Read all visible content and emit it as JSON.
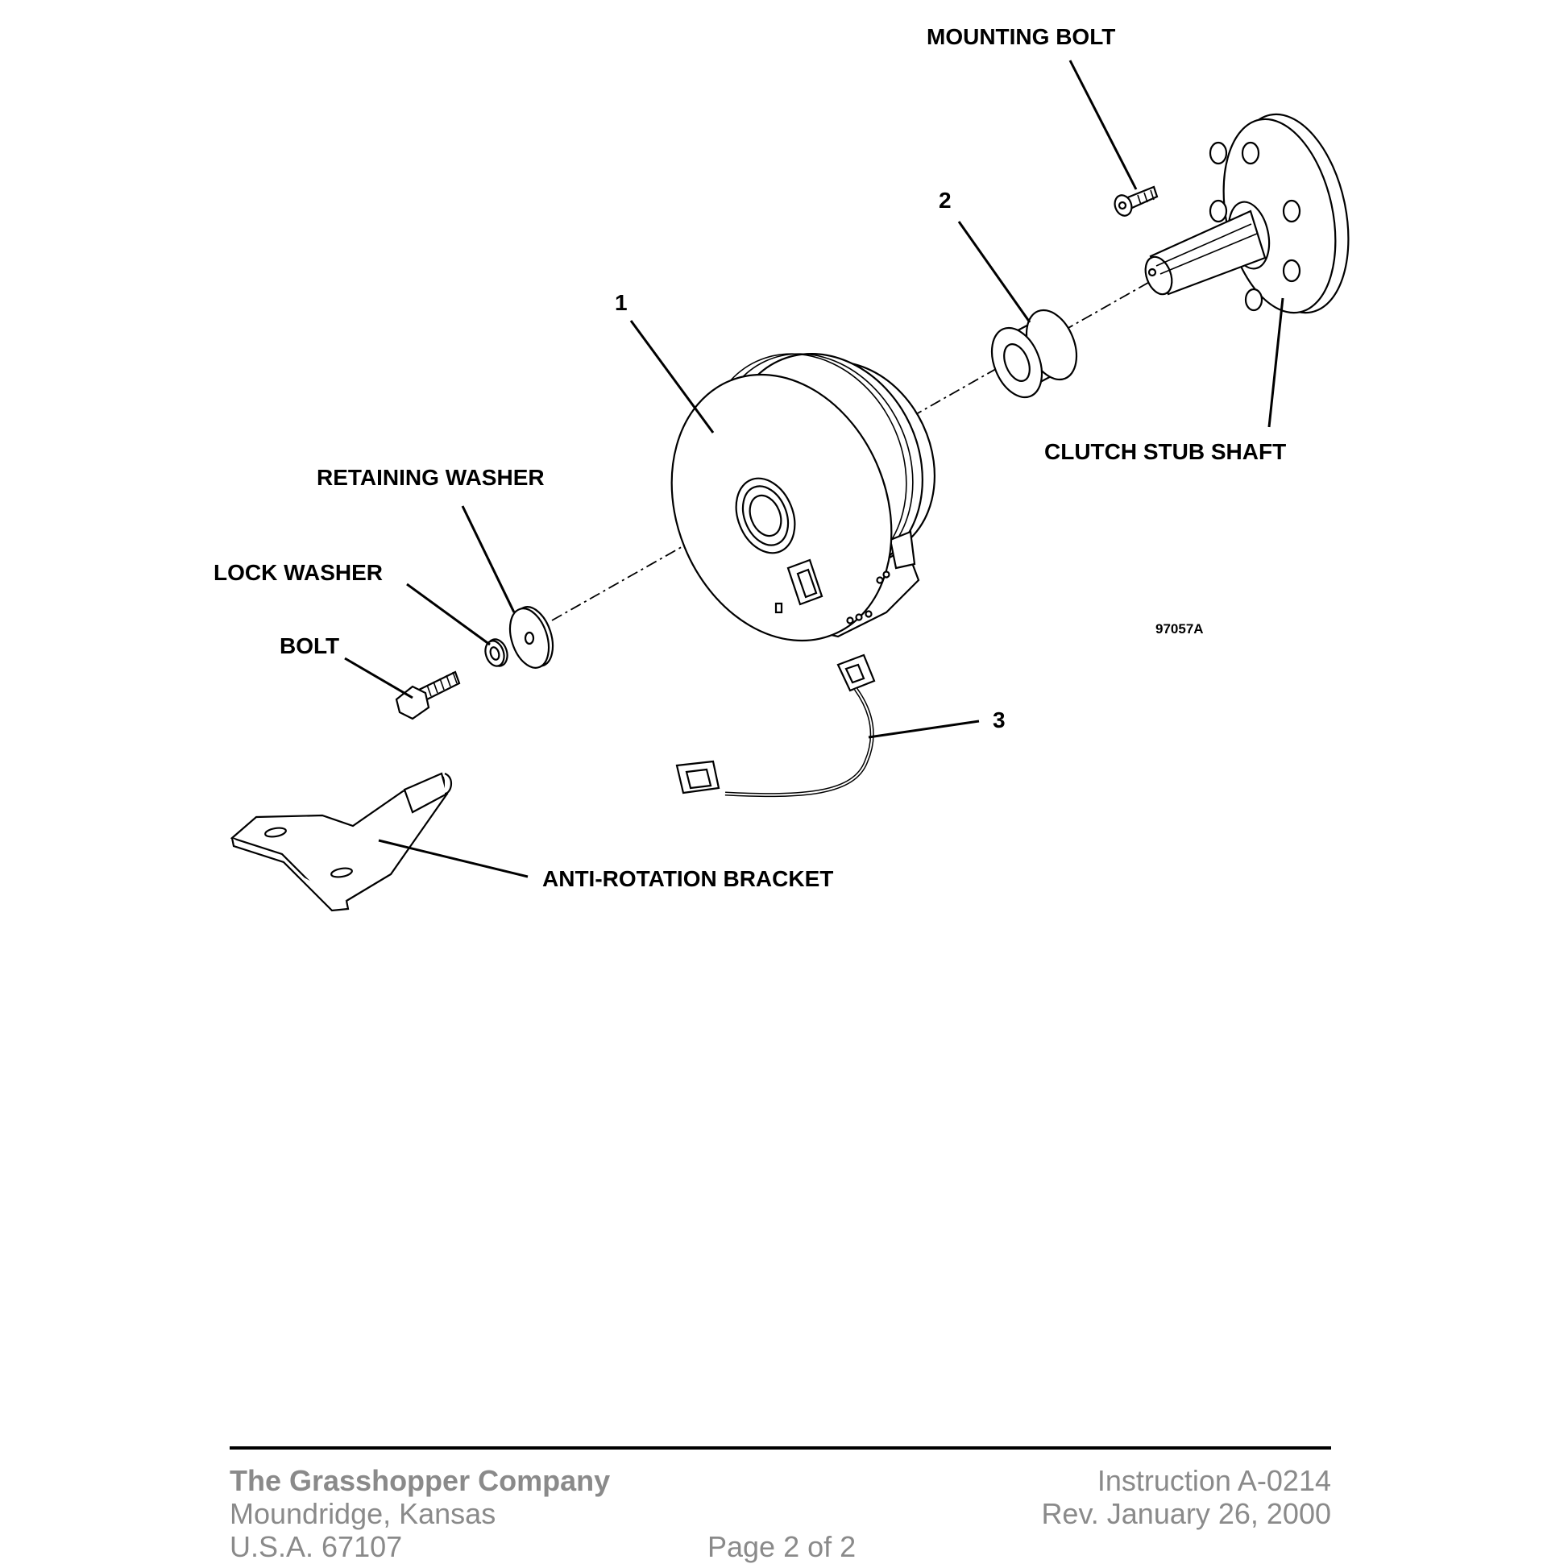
{
  "labels": {
    "mounting_bolt": "MOUNTING BOLT",
    "clutch_stub_shaft": "CLUTCH STUB SHAFT",
    "retaining_washer": "RETAINING WASHER",
    "lock_washer": "LOCK WASHER",
    "bolt": "BOLT",
    "anti_rotation_bracket": "ANTI-ROTATION BRACKET",
    "item_1": "1",
    "item_2": "2",
    "item_3": "3",
    "drawing_number": "97057A"
  },
  "footer": {
    "company": "The Grasshopper Company",
    "city": "Moundridge, Kansas",
    "country_zip": "U.S.A. 67107",
    "page": "Page 2 of 2",
    "instruction": "Instruction A-0214",
    "revision": "Rev. January 26, 2000"
  }
}
